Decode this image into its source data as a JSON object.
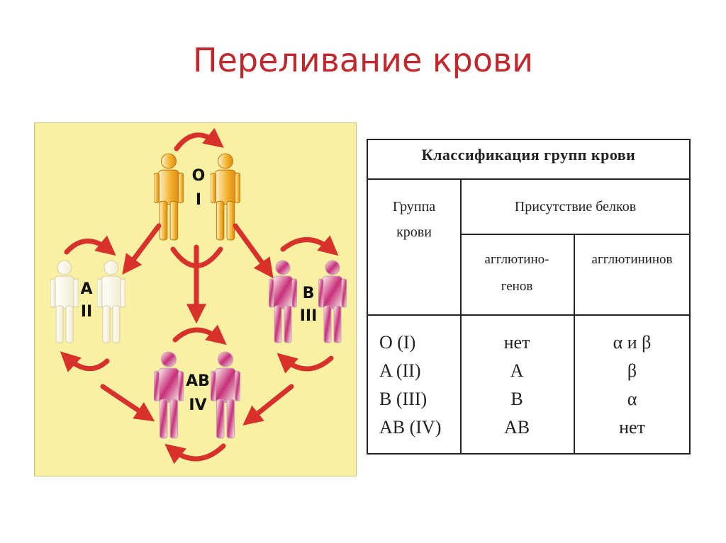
{
  "title": "Переливание крови",
  "diagram": {
    "groups": [
      {
        "id": "o",
        "letter": "O",
        "roman": "I"
      },
      {
        "id": "a",
        "letter": "A",
        "roman": "II"
      },
      {
        "id": "b",
        "letter": "B",
        "roman": "III"
      },
      {
        "id": "ab",
        "letter": "AB",
        "roman": "IV"
      }
    ],
    "colors": {
      "background": "#f8f0a2",
      "arrow": "#d8302a",
      "figure_o": "#f0a020",
      "figure_b_ab": "#c8307a"
    }
  },
  "table": {
    "title": "Классификация групп крови",
    "header_group_line1": "Группа",
    "header_group_line2": "крови",
    "header_presence": "Присутствие белков",
    "header_agglutinogens_line1": "агглютино-",
    "header_agglutinogens_line2": "генов",
    "header_agglutinins": "агглютининов",
    "rows": [
      {
        "group": "O (I)",
        "agglutinogens": "нет",
        "agglutinins": "α и β"
      },
      {
        "group": "A (II)",
        "agglutinogens": "A",
        "agglutinins": "β"
      },
      {
        "group": "B (III)",
        "agglutinogens": "B",
        "agglutinins": "α"
      },
      {
        "group": "AB (IV)",
        "agglutinogens": "AB",
        "agglutinins": "нет"
      }
    ]
  }
}
